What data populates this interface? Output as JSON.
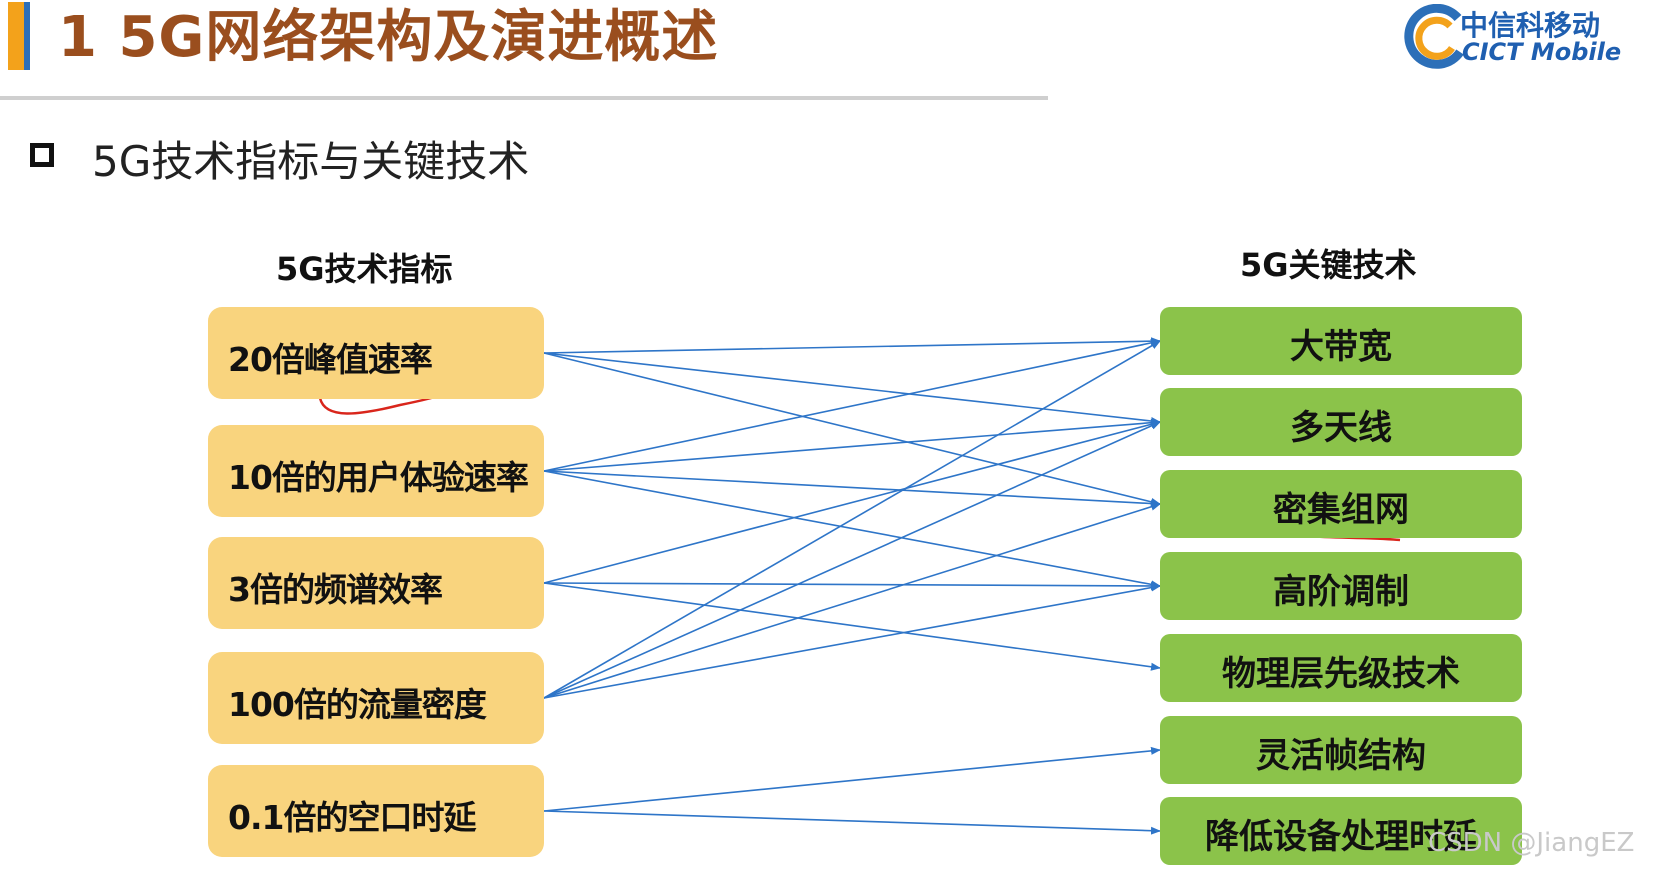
{
  "header": {
    "title": "1 5G网络架构及演进概述",
    "logo_cn": "中信科移动",
    "logo_en": "CICT Mobile"
  },
  "section": {
    "subtitle": "5G技术指标与关键技术"
  },
  "diagram": {
    "left_heading": "5G技术指标",
    "right_heading": "5G关键技术",
    "indicators": [
      "20倍峰值速率",
      "10倍的用户体验速率",
      "3倍的频谱效率",
      "100倍的流量密度",
      "0.1倍的空口时延"
    ],
    "technologies": [
      "大带宽",
      "多天线",
      "密集组网",
      "高阶调制",
      "物理层先级技术",
      "灵活帧结构",
      "降低设备处理时延"
    ],
    "links": [
      [
        0,
        0
      ],
      [
        0,
        1
      ],
      [
        0,
        2
      ],
      [
        1,
        0
      ],
      [
        1,
        1
      ],
      [
        1,
        2
      ],
      [
        1,
        3
      ],
      [
        2,
        1
      ],
      [
        2,
        3
      ],
      [
        2,
        4
      ],
      [
        3,
        0
      ],
      [
        3,
        1
      ],
      [
        3,
        2
      ],
      [
        3,
        3
      ],
      [
        4,
        5
      ],
      [
        4,
        6
      ]
    ],
    "link_color": "#2e75c8",
    "indicator_color": "#f9d47e",
    "technology_color": "#8bc34a",
    "annotation_color": "#d9261c"
  },
  "watermark": "CSDN @JiangEZ"
}
